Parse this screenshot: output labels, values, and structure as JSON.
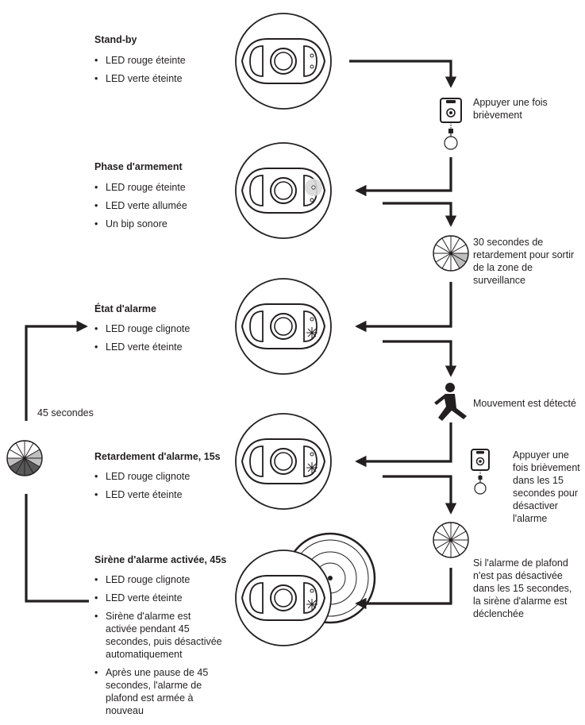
{
  "states": {
    "standby": {
      "title": "Stand-by",
      "bullets": [
        "LED rouge éteinte",
        "LED verte éteinte"
      ]
    },
    "arming": {
      "title": "Phase d'armement",
      "bullets": [
        "LED rouge éteinte",
        "LED verte allumée",
        "Un bip sonore"
      ]
    },
    "alarm_state": {
      "title": "État d'alarme",
      "bullets": [
        "LED rouge clignote",
        "LED verte éteinte"
      ]
    },
    "delay": {
      "title": "Retardement d'alarme, 15s",
      "bullets": [
        "LED rouge clignote",
        "LED verte éteinte"
      ]
    },
    "siren": {
      "title": "Sirène d'alarme activée, 45s",
      "bullets": [
        "LED rouge clignote",
        "LED verte éteinte",
        "Sirène d'alarme est activée pendant 45 secondes, puis désactivée automatiquement",
        "Après une pause de 45 secondes, l'alarme de plafond est armée à nouveau"
      ]
    }
  },
  "notes": {
    "press_once": "Appuyer une fois brièvement",
    "delay_30": "30 secondes de retardement pour sortir de la zone de surveillance",
    "movement": "Mouvement est détecté",
    "press_15": "Appuyer une fois brièvement dans les 15 secondes pour désactiver l'alarme",
    "not_disabled": "Si l'alarme de plafond n'est pas désactivée dans les 15 secondes, la sirène d'alarme est déclenchée",
    "loop_45": "45 secondes"
  },
  "icons": {
    "device": "ceiling-alarm-device-icon",
    "remote": "remote-key-fob-icon",
    "timer": "timer-pie-icon",
    "walking": "walking-person-icon",
    "siren": "siren-waves-icon",
    "arrow": "arrow-icon"
  },
  "colors": {
    "line": "#231f20",
    "gray_light": "#bfbfbf",
    "gray_dark": "#595959"
  }
}
